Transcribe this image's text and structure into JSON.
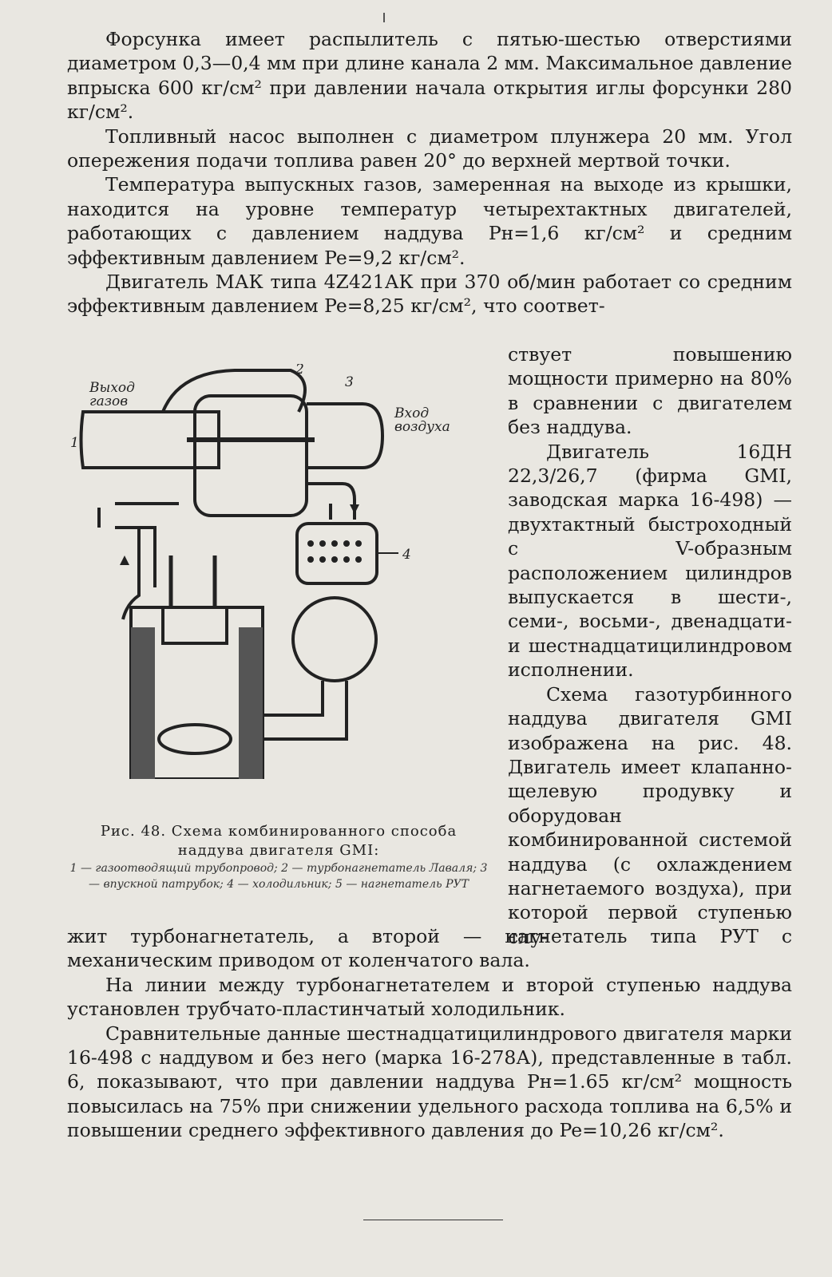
{
  "paragraphs_top": [
    "Форсунка имеет распылитель с пятью-шестью отверстиями диаметром 0,3—0,4 мм при длине канала 2 мм. Максимальное давление впрыска 600 кг/см² при давлении начала открытия иглы форсунки 280 кг/см².",
    "Топливный насос выполнен с диаметром плунжера 20 мм. Угол опережения подачи топлива равен 20° до верхней мертвой точки.",
    "Температура выпускных газов, замеренная на выходе из крышки, находится на уровне температур четырехтактных двигателей, работающих с давлением наддува Pн=1,6 кг/см² и средним эффективным давлением Pe=9,2 кг/см².",
    "Двигатель МАК типа 4Z421АК при 370 об/мин работает со средним эффективным давлением Pe=8,25 кг/см², что соответ-"
  ],
  "right_column": [
    "ствует повышению мощности примерно на 80% в сравнении с двигателем без наддува.",
    "Двигатель 16ДН 22,3/26,7 (фирма GMI, заводская марка 16-498) — двухтактный быстроходный с V-образным расположением цилиндров выпускается в шести-, семи-, восьми-, двенадцати- и шестнадцатицилиндровом исполнении.",
    "Схема газотурбинного наддува двигателя GMI изображена на рис. 48. Двигатель имеет клапанно-щелевую продувку и оборудован комбинированной системой наддува (с охлаждением нагнетаемого воздуха), при которой первой ступенью слу-"
  ],
  "paragraphs_bottom": [
    "жит турбонагнетатель, а второй — нагнетатель типа РУТ с механическим приводом от коленчатого вала.",
    "На линии между турбонагнетателем и второй ступенью наддува установлен трубчато-пластинчатый холодильник.",
    "Сравнительные данные шестнадцатицилиндрового двигателя марки 16-498 с наддувом и без него (марка 16-278А), представленные в табл. 6, показывают, что при давлении наддува Pн=1.65 кг/см² мощность повысилась на 75% при снижении удельного расхода топлива на 6,5% и повышении среднего эффективного давления до Pe=10,26 кг/см²."
  ],
  "figure": {
    "label_outlet_1": "Выход",
    "label_outlet_2": "газов",
    "label_inlet_1": "Вход",
    "label_inlet_2": "воздуха",
    "num_1": "1",
    "num_2": "2",
    "num_3": "3",
    "num_4": "4",
    "caption_line1": "Рис. 48. Схема комбинированного способа",
    "caption_line2": "наддува двигателя GMI:",
    "legend": "1 — газоотводящий трубопровод; 2 — турбонагнетатель Лаваля; 3 — впускной патрубок; 4 — холодильник; 5 — нагнетатель РУТ"
  }
}
